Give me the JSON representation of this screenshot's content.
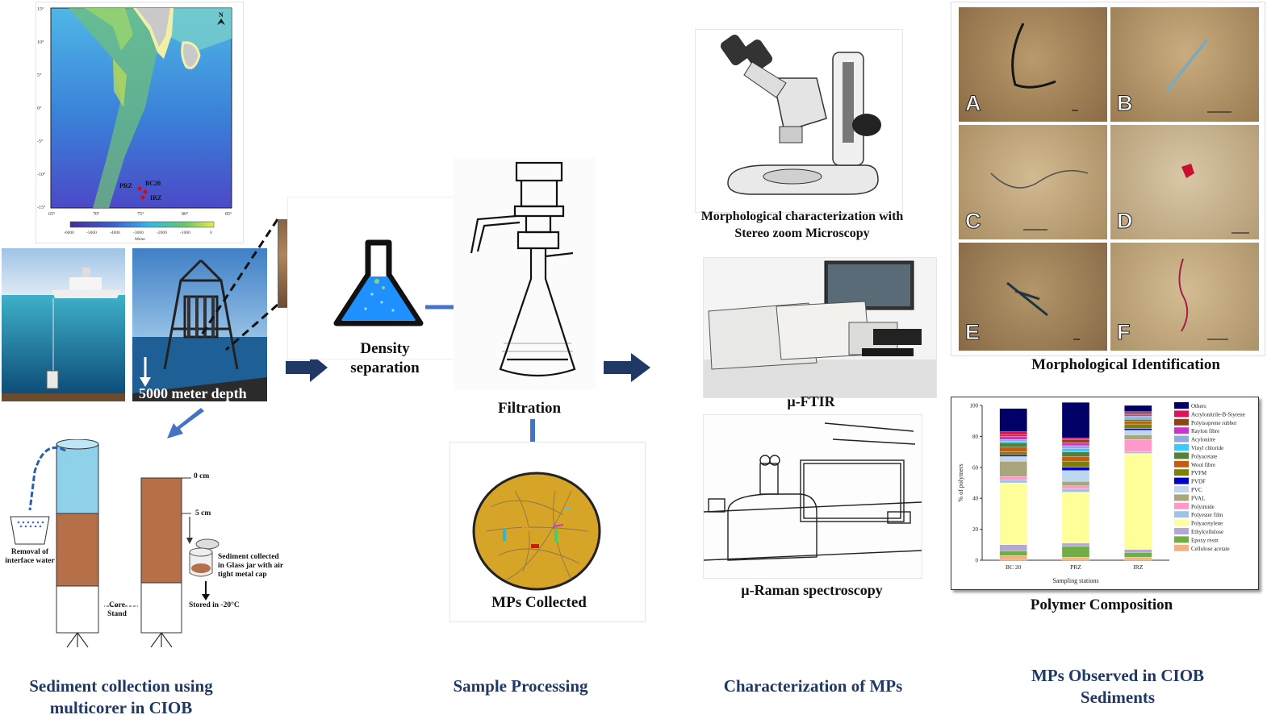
{
  "map": {
    "lat_ticks": [
      "15°",
      "10°",
      "5°",
      "0°",
      "-5°",
      "-10°",
      "-15°"
    ],
    "lon_ticks": [
      "65°",
      "70°",
      "75°",
      "80°",
      "85°"
    ],
    "stations": [
      "PRZ",
      "BC20",
      "IRZ"
    ],
    "north": "N",
    "colorbar_ticks": [
      "-6000",
      "-5000",
      "-4000",
      "-3000",
      "-2000",
      "-1000",
      "0"
    ],
    "colorbar_label": "Meter"
  },
  "collection": {
    "depth_label": "5000 meter depth",
    "removal_label": "Removal of interface water",
    "depth_0": "0 cm",
    "depth_5": "5 cm",
    "jar_label": "Sediment collected in Glass jar with air tight metal cap",
    "core_stand": "Core Stand",
    "stored": "Stored in -20°C"
  },
  "processing": {
    "density": "Density separation",
    "filtration": "Filtration",
    "mps_collected": "MPs Collected"
  },
  "characterization": {
    "microscopy": "Morphological characterization with Stereo zoom Microscopy",
    "ftir": "µ-FTIR",
    "raman": "µ-Raman spectroscopy"
  },
  "observed": {
    "panel_letters": [
      "A",
      "B",
      "C",
      "D",
      "E",
      "F"
    ],
    "morph_title": "Morphological Identification",
    "polymer_title": "Polymer Composition"
  },
  "headings": {
    "col1": "Sediment collection using multicorer in CIOB",
    "col2": "Sample Processing",
    "col3": "Characterization  of MPs",
    "col4": "MPs Observed in CIOB Sediments"
  },
  "colors": {
    "heading": "#1f3864",
    "arrow": "#1f3864",
    "arrow_blue": "#4472c4",
    "sediment": "#b5704a",
    "water": "#8fd1ea",
    "flask": "#1e90ff"
  },
  "chart_data": {
    "type": "bar",
    "stacked": true,
    "categories": [
      "BC 20",
      "PRZ",
      "IRZ"
    ],
    "xlabel": "Sampling stations",
    "ylabel": "% of polymers",
    "ylim": [
      0,
      100
    ],
    "yticks": [
      0,
      20,
      40,
      60,
      80,
      100
    ],
    "legend_position": "right",
    "series": [
      {
        "name": "Cellulose acetate",
        "color": "#f4b183",
        "values": [
          3,
          2,
          2
        ]
      },
      {
        "name": "Epoxy resin",
        "color": "#70ad47",
        "values": [
          3,
          7,
          3
        ]
      },
      {
        "name": "Ethylcellulose",
        "color": "#b4a7d6",
        "values": [
          4,
          2,
          2
        ]
      },
      {
        "name": "Polyacetylene",
        "color": "#ffff99",
        "values": [
          40,
          33,
          62
        ]
      },
      {
        "name": "Polyester film",
        "color": "#9dc3e6",
        "values": [
          2,
          2,
          1
        ]
      },
      {
        "name": "Polyimide",
        "color": "#ff99cc",
        "values": [
          2,
          2,
          8
        ]
      },
      {
        "name": "PVAL",
        "color": "#a9a57c",
        "values": [
          10,
          3,
          3
        ]
      },
      {
        "name": "PVC",
        "color": "#bdd7ee",
        "values": [
          3,
          7,
          3
        ]
      },
      {
        "name": "PVDF",
        "color": "#0000cc",
        "values": [
          1,
          2,
          1
        ]
      },
      {
        "name": "PVFM",
        "color": "#808000",
        "values": [
          2,
          4,
          3
        ]
      },
      {
        "name": "Wool fibre",
        "color": "#c55a11",
        "values": [
          3,
          3,
          2
        ]
      },
      {
        "name": "Polyacetate",
        "color": "#548235",
        "values": [
          3,
          3,
          1
        ]
      },
      {
        "name": "Vinyl chloride",
        "color": "#33ccff",
        "values": [
          1,
          2,
          1
        ]
      },
      {
        "name": "Acylonitre",
        "color": "#8faadc",
        "values": [
          1,
          2,
          1
        ]
      },
      {
        "name": "Raylon fibre",
        "color": "#cc33cc",
        "values": [
          2,
          2,
          1
        ]
      },
      {
        "name": "Polyisoprene rubber",
        "color": "#8b4513",
        "values": [
          1,
          2,
          1
        ]
      },
      {
        "name": "Acrylonitrile-B-Styrene",
        "color": "#e0115f",
        "values": [
          2,
          1,
          1
        ]
      },
      {
        "name": "Others",
        "color": "#000066",
        "values": [
          15,
          23,
          4
        ]
      }
    ]
  }
}
